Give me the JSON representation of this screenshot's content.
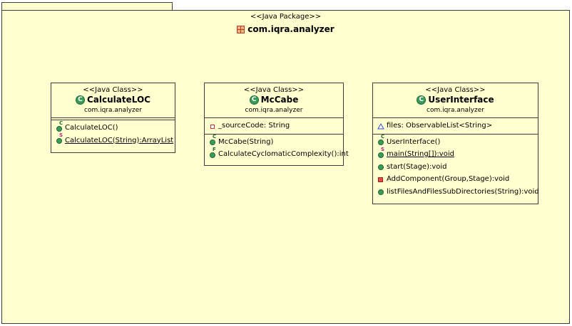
{
  "package": {
    "stereotype": "<<Java Package>>",
    "name": "com.iqra.analyzer",
    "icon": "package-icon"
  },
  "classes": [
    {
      "stereotype": "<<Java Class>>",
      "name": "CalculateLOC",
      "package": "com.iqra.analyzer",
      "attributes": [],
      "operations": [
        {
          "text": "CalculateLOC()",
          "marker": "C"
        },
        {
          "text": "CalculateLOC(String):ArrayList",
          "marker": "S"
        }
      ]
    },
    {
      "stereotype": "<<Java Class>>",
      "name": "McCabe",
      "package": "com.iqra.analyzer",
      "attributes": [
        {
          "text": "_sourceCode: String"
        }
      ],
      "operations": [
        {
          "text": "McCabe(String)",
          "marker": "C"
        },
        {
          "text": "CalculateCyclomaticComplexity():int",
          "marker": "F"
        }
      ]
    },
    {
      "stereotype": "<<Java Class>>",
      "name": "UserInterface",
      "package": "com.iqra.analyzer",
      "attributes": [
        {
          "text": "files: ObservableList<String>"
        }
      ],
      "operations": [
        {
          "text": "UserInterface()",
          "marker": "C"
        },
        {
          "text": "main(String[]):void",
          "marker": "S"
        },
        {
          "text": "start(Stage):void"
        },
        {
          "text": "AddComponent(Group,Stage):void"
        },
        {
          "text": "listFilesAndFilesSubDirectories(String):void"
        }
      ]
    }
  ],
  "class_icon_letter": "C",
  "colors": {
    "background": "#ffffd0",
    "border": "#3c3c3c",
    "public_method": "#3c9a5a",
    "private_member": "#e04c4c"
  }
}
